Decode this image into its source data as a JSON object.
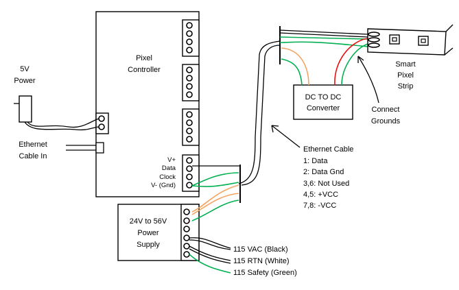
{
  "pixel_controller": {
    "line1": "Pixel",
    "line2": "Controller",
    "pins": [
      "V+",
      "Data",
      "Clock",
      "V- (Gnd)"
    ]
  },
  "power_5v": {
    "line1": "5V",
    "line2": "Power"
  },
  "ethernet_in": {
    "line1": "Ethernet",
    "line2": "Cable In"
  },
  "dc_converter": {
    "line1": "DC TO DC",
    "line2": "Converter"
  },
  "smart_strip": {
    "line1": "Smart",
    "line2": "Pixel",
    "line3": "Strip"
  },
  "connect_grounds": {
    "line1": "Connect",
    "line2": "Grounds"
  },
  "ethernet_cable": {
    "title": "Ethernet Cable",
    "pins": [
      "1: Data",
      "2: Data Gnd",
      "3,6: Not Used",
      "4,5: +VCC",
      "7,8:  -VCC"
    ]
  },
  "power_supply": {
    "line1": "24V to 56V",
    "line2": "Power",
    "line3": "Supply"
  },
  "ac_lines": [
    "115 VAC (Black)",
    "115 RTN (White)",
    "115 Safety (Green)"
  ],
  "colors": {
    "green": "#00b050",
    "orange": "#f4a460",
    "red": "#e81010",
    "black": "#000000"
  }
}
